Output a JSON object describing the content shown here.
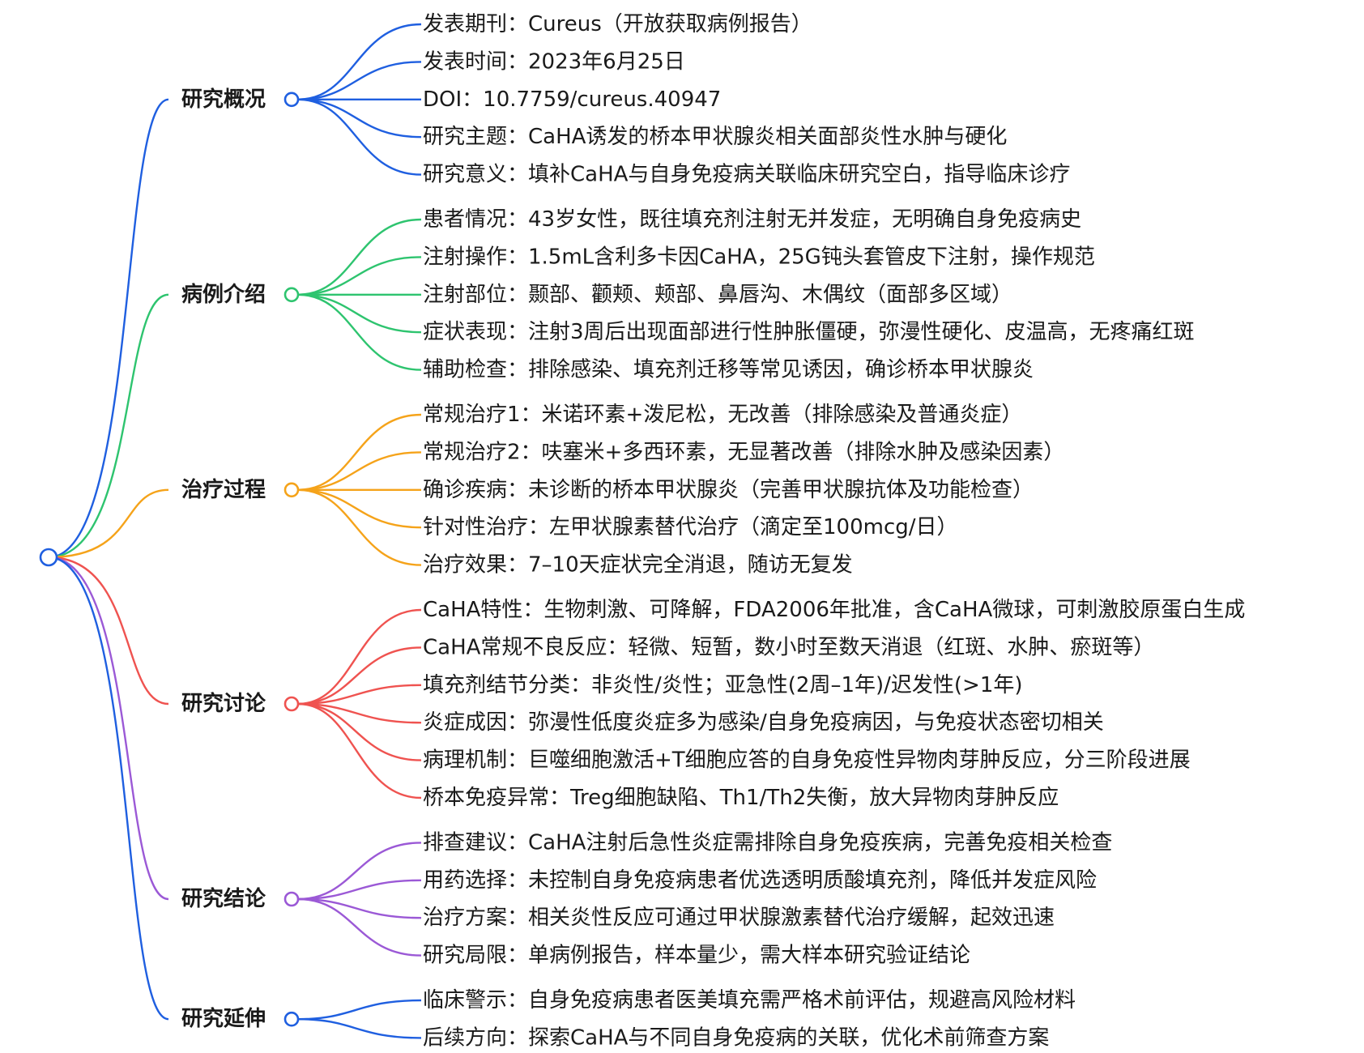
{
  "mindmap": {
    "branches": [
      {
        "label": "研究概况",
        "color": "#1f5fe0",
        "items": [
          "发表期刊：Cureus（开放获取病例报告）",
          "发表时间：2023年6月25日",
          "DOI：10.7759/cureus.40947",
          "研究主题：CaHA诱发的桥本甲状腺炎相关面部炎性水肿与硬化",
          "研究意义：填补CaHA与自身免疫病关联临床研究空白，指导临床诊疗"
        ]
      },
      {
        "label": "病例介绍",
        "color": "#2ec46f",
        "items": [
          "患者情况：43岁女性，既往填充剂注射无并发症，无明确自身免疫病史",
          "注射操作：1.5mL含利多卡因CaHA，25G钝头套管皮下注射，操作规范",
          "注射部位：颞部、颧颊、颊部、鼻唇沟、木偶纹（面部多区域）",
          "症状表现：注射3周后出现面部进行性肿胀僵硬，弥漫性硬化、皮温高，无疼痛红斑",
          "辅助检查：排除感染、填充剂迁移等常见诱因，确诊桥本甲状腺炎"
        ]
      },
      {
        "label": "治疗过程",
        "color": "#f5a31a",
        "items": [
          "常规治疗1：米诺环素+泼尼松，无改善（排除感染及普通炎症）",
          "常规治疗2：呋塞米+多西环素，无显著改善（排除水肿及感染因素）",
          "确诊疾病：未诊断的桥本甲状腺炎（完善甲状腺抗体及功能检查）",
          "针对性治疗：左甲状腺素替代治疗（滴定至100mcg/日）",
          "治疗效果：7–10天症状完全消退，随访无复发"
        ]
      },
      {
        "label": "研究讨论",
        "color": "#ef5350",
        "items": [
          "CaHA特性：生物刺激、可降解，FDA2006年批准，含CaHA微球，可刺激胶原蛋白生成",
          "CaHA常规不良反应：轻微、短暂，数小时至数天消退（红斑、水肿、瘀斑等）",
          "填充剂结节分类：非炎性/炎性；亚急性(2周–1年)/迟发性(>1年)",
          "炎症成因：弥漫性低度炎症多为感染/自身免疫病因，与免疫状态密切相关",
          "病理机制：巨噬细胞激活+T细胞应答的自身免疫性异物肉芽肿反应，分三阶段进展",
          "桥本免疫异常：Treg细胞缺陷、Th1/Th2失衡，放大异物肉芽肿反应"
        ]
      },
      {
        "label": "研究结论",
        "color": "#9b59d6",
        "items": [
          "排查建议：CaHA注射后急性炎症需排除自身免疫疾病，完善免疫相关检查",
          "用药选择：未控制自身免疫病患者优选透明质酸填充剂，降低并发症风险",
          "治疗方案：相关炎性反应可通过甲状腺激素替代治疗缓解，起效迅速",
          "研究局限：单病例报告，样本量少，需大样本研究验证结论"
        ]
      },
      {
        "label": "研究延伸",
        "color": "#1f5fe0",
        "items": [
          "临床警示：自身免疫病患者医美填充需严格术前评估，规避高风险材料",
          "后续方向：探索CaHA与不同自身免疫病的关联，优化术前筛查方案"
        ]
      }
    ],
    "root_color": "#1f5fe0"
  }
}
